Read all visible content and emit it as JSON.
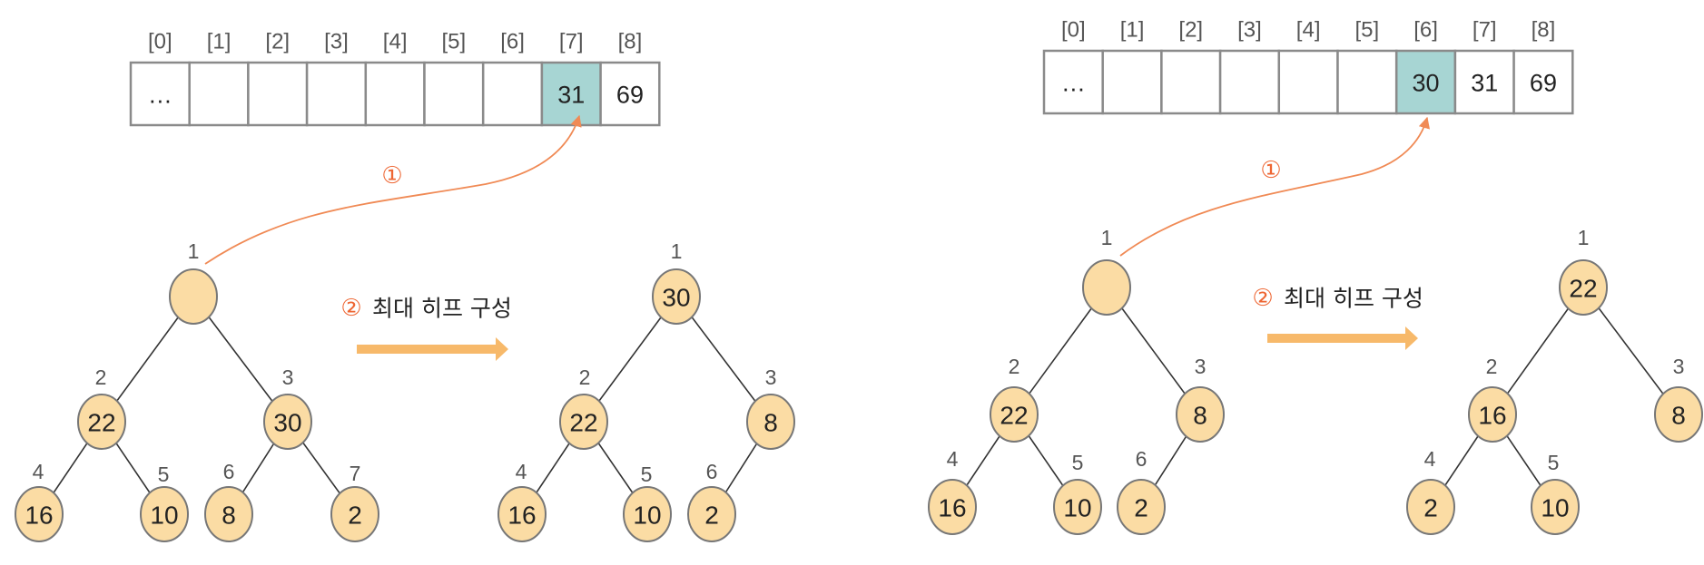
{
  "colors": {
    "node_fill": "#fbdca4",
    "node_stroke": "#777777",
    "edge": "#333333",
    "highlight_cell": "#a7d5d3",
    "cell_border": "#8a8a8a",
    "curve": "#f08a55",
    "big_arrow": "#f7b96a",
    "step_number": "#ee6633"
  },
  "panels": [
    {
      "array": {
        "indices": [
          "[0]",
          "[1]",
          "[2]",
          "[3]",
          "[4]",
          "[5]",
          "[6]",
          "[7]",
          "[8]"
        ],
        "cells": [
          "…",
          "",
          "",
          "",
          "",
          "",
          "",
          "31",
          "69"
        ],
        "highlight_index": 7
      },
      "step1_mark": "①",
      "step2_mark": "②",
      "step2_text": "최대 히프 구성",
      "before_tree": [
        {
          "num": "1",
          "value": ""
        },
        {
          "num": "2",
          "value": "22"
        },
        {
          "num": "3",
          "value": "30"
        },
        {
          "num": "4",
          "value": "16"
        },
        {
          "num": "5",
          "value": "10"
        },
        {
          "num": "6",
          "value": "8"
        },
        {
          "num": "7",
          "value": "2"
        }
      ],
      "after_tree": [
        {
          "num": "1",
          "value": "30"
        },
        {
          "num": "2",
          "value": "22"
        },
        {
          "num": "3",
          "value": "8"
        },
        {
          "num": "4",
          "value": "16"
        },
        {
          "num": "5",
          "value": "10"
        },
        {
          "num": "6",
          "value": "2"
        }
      ]
    },
    {
      "array": {
        "indices": [
          "[0]",
          "[1]",
          "[2]",
          "[3]",
          "[4]",
          "[5]",
          "[6]",
          "[7]",
          "[8]"
        ],
        "cells": [
          "…",
          "",
          "",
          "",
          "",
          "",
          "30",
          "31",
          "69"
        ],
        "highlight_index": 6
      },
      "step1_mark": "①",
      "step2_mark": "②",
      "step2_text": "최대 히프 구성",
      "before_tree": [
        {
          "num": "1",
          "value": ""
        },
        {
          "num": "2",
          "value": "22"
        },
        {
          "num": "3",
          "value": "8"
        },
        {
          "num": "4",
          "value": "16"
        },
        {
          "num": "5",
          "value": "10"
        },
        {
          "num": "6",
          "value": "2"
        }
      ],
      "after_tree": [
        {
          "num": "1",
          "value": "22"
        },
        {
          "num": "2",
          "value": "16"
        },
        {
          "num": "3",
          "value": "8"
        },
        {
          "num": "4",
          "value": "2"
        },
        {
          "num": "5",
          "value": "10"
        }
      ]
    }
  ]
}
